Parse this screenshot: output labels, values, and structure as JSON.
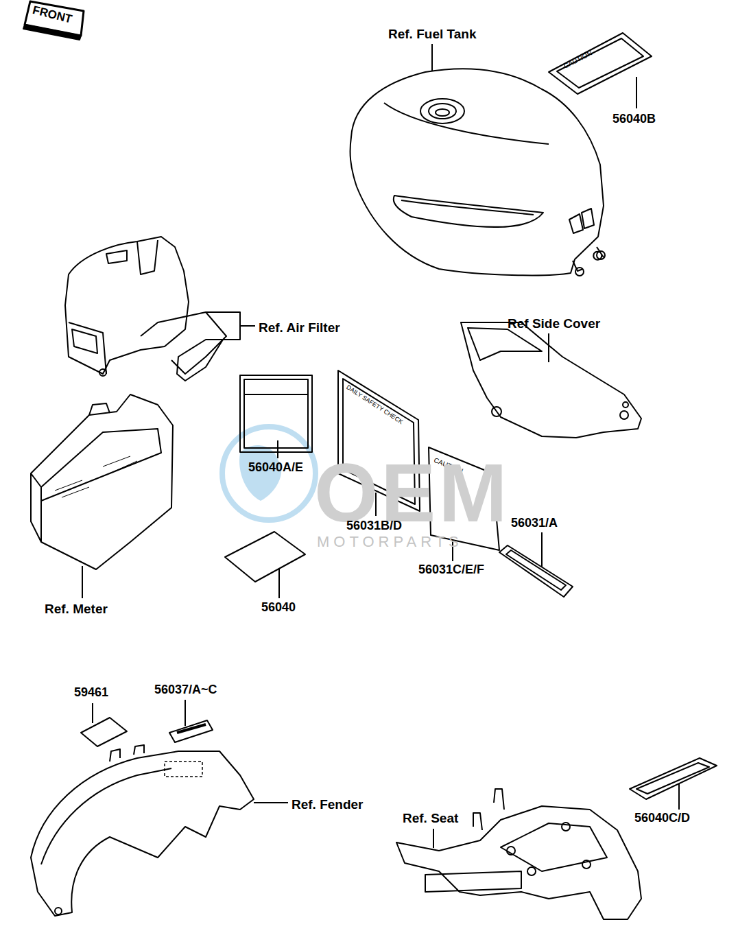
{
  "diagram": {
    "labels": [
      "FRONT",
      "Ref. Fuel Tank",
      "CAUTION",
      "56040B",
      "Ref Side Cover",
      "Ref. Air Filter",
      "DAILY SAFETY CHECK",
      "56040A/E",
      "CAUTION",
      "OEM",
      "56031B/D",
      "56031/A",
      "MOTORPARTS",
      "56031C/E/F",
      "Ref. Meter",
      "56040",
      "56037/A~C",
      "59461",
      "Ref. Fender",
      "Ref. Seat",
      "56040C/D"
    ]
  }
}
